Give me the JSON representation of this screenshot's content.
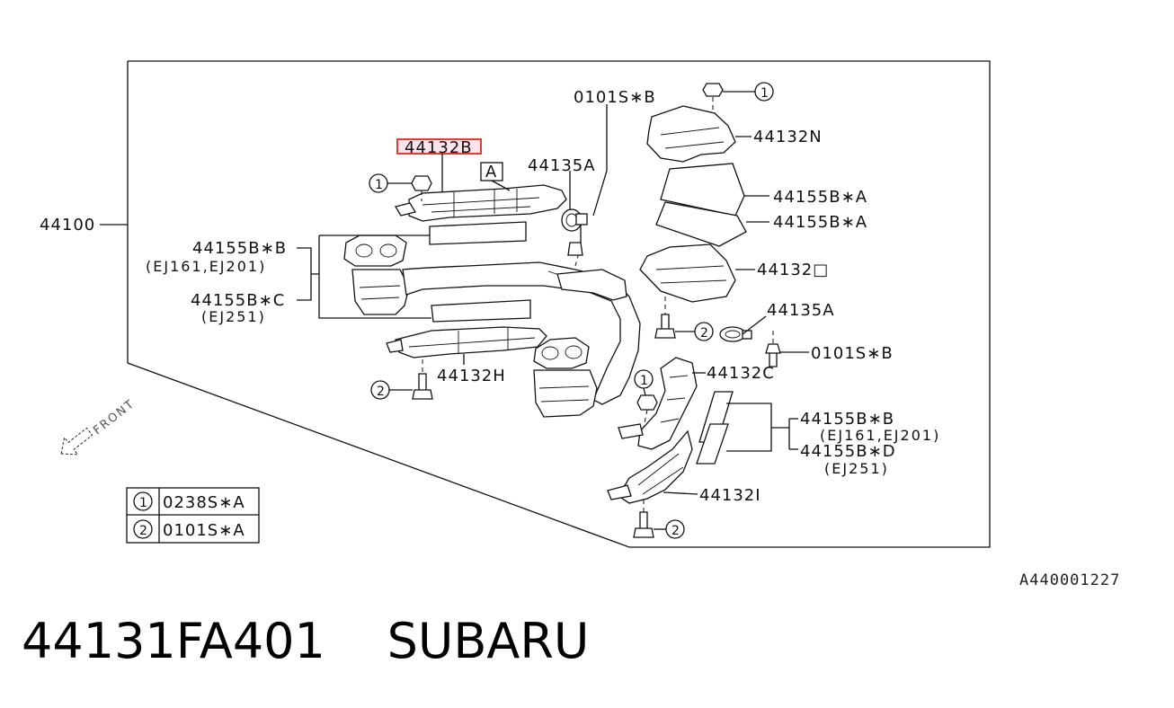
{
  "diagram": {
    "assembly_number": "44100",
    "highlight_color": "#e53935",
    "highlight_fill": "#fce4e8",
    "labels": {
      "p44132B": "44132B",
      "p44135A_top": "44135A",
      "pA_box": "A",
      "p0101SB_top": "0101S∗B",
      "p44132N": "44132N",
      "p44155BA_1": "44155B∗A",
      "p44155BA_2": "44155B∗A",
      "p44155BB_left": "44155B∗B",
      "p44155BB_left_sub": "(EJ161,EJ201)",
      "p44155BC": "44155B∗C",
      "p44155BC_sub": "(EJ251)",
      "p44132O": "44132□",
      "p44135A_right": "44135A",
      "p0101SB_right": "0101S∗B",
      "p44132H": "44132H",
      "p44132C": "44132C",
      "p44155BB_right": "44155B∗B",
      "p44155BB_right_sub": "(EJ161,EJ201)",
      "p44155BD": "44155B∗D",
      "p44155BD_sub": "(EJ251)",
      "p44132I": "44132I",
      "front": "FRONT"
    },
    "callouts": {
      "c1": "1",
      "c2": "2"
    },
    "legend": [
      {
        "num": "1",
        "code": "0238S∗A"
      },
      {
        "num": "2",
        "code": "0101S∗A"
      }
    ],
    "reference_code": "A440001227"
  },
  "footer": {
    "part_number": "44131FA401",
    "brand": "SUBARU"
  }
}
